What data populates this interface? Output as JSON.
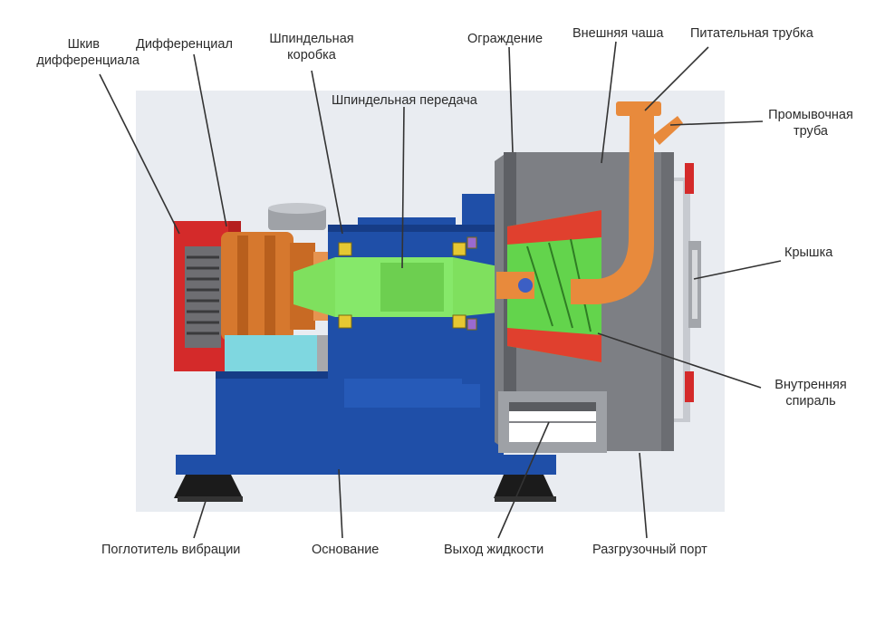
{
  "colors": {
    "background": "#ffffff",
    "backdrop": "#e9ecf1",
    "housing_blue": "#1f4fa8",
    "housing_blue_dark": "#163c86",
    "housing_red": "#d42a2a",
    "differential_orange": "#d6782e",
    "spindle_green": "#7fe05e",
    "bowl_gray": "#7d7f84",
    "feed_pipe_orange": "#e88a3c",
    "spiral_red": "#e0402e",
    "spiral_green": "#63d44c",
    "base_cyan": "#7fd7e0",
    "mount_black": "#1b1b1b",
    "leader_line": "#333333",
    "label_text": "#2b2b2b"
  },
  "labels": {
    "pulley_line1": "Шкив",
    "pulley_line2": "дифференциала",
    "differential": "Дифференциал",
    "spindle_box_line1": "Шпиндельная",
    "spindle_box_line2": "коробка",
    "spindle_drive": "Шпиндельная передача",
    "guard": "Ограждение",
    "outer_bowl": "Внешняя чаша",
    "feed_pipe": "Питательная трубка",
    "wash_pipe_line1": "Промывочная",
    "wash_pipe_line2": "труба",
    "cover": "Крышка",
    "inner_spiral_line1": "Внутренняя",
    "inner_spiral_line2": "спираль",
    "vibration_absorber": "Поглотитель вибрации",
    "base": "Основание",
    "liquid_outlet": "Выход жидкости",
    "discharge_port": "Разгрузочный порт"
  }
}
